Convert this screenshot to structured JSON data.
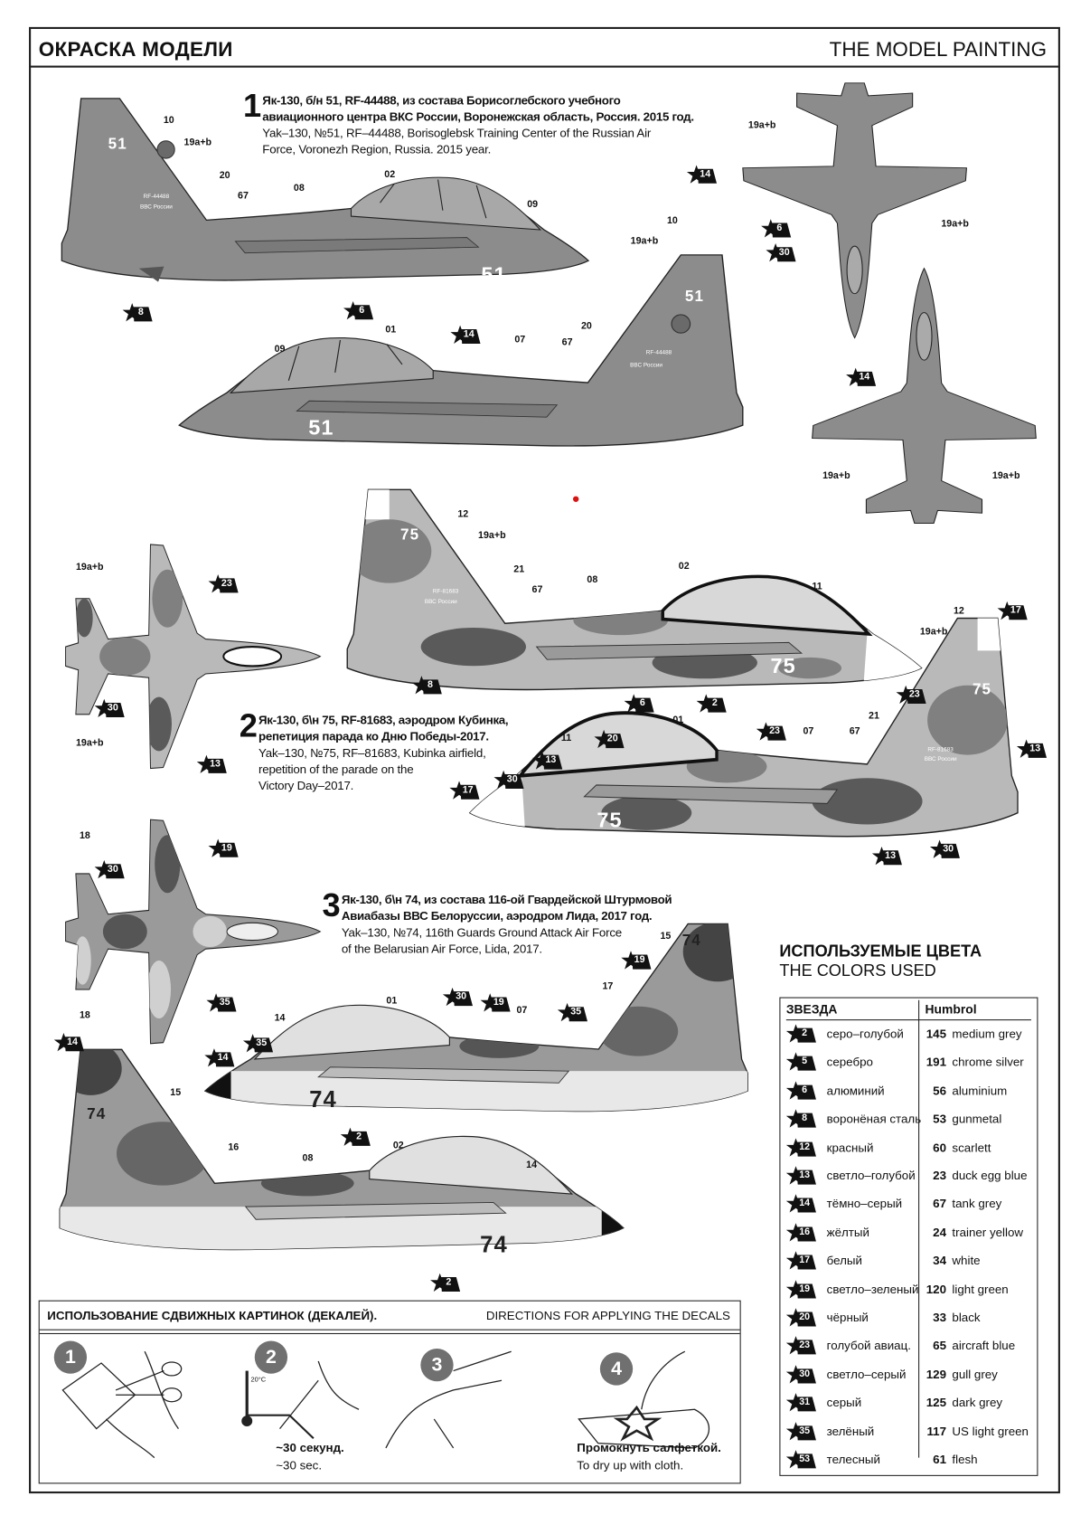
{
  "header": {
    "title_ru": "ОКРАСКА МОДЕЛИ",
    "title_en": "THE MODEL PAINTING"
  },
  "aircraft": [
    {
      "number": "1",
      "caption_ru": [
        "Як-130, б/н 51, RF-44488, из состава Борисоглебского   учебного",
        "авиационного центра ВКС России, Воронежская область, Россия. 2015 год."
      ],
      "caption_en": [
        "Yak–130, №51, RF–44488, Borisoglebsk Training Center of the Russian Air",
        "Force, Voronezh Region, Russia. 2015 year."
      ],
      "tail_number": "51",
      "registration": "RF-44488",
      "roundel_text": "ВВС России",
      "labels": [
        "10",
        "19a+b",
        "20",
        "67",
        "08",
        "02",
        "09",
        "10",
        "19a+b",
        "20",
        "67",
        "09",
        "01",
        "07",
        "19a+b",
        "19a+b",
        "19a+b",
        "19a+b"
      ],
      "stars": [
        "8",
        "6",
        "14",
        "14",
        "6",
        "30",
        "14"
      ]
    },
    {
      "number": "2",
      "caption_ru": [
        "Як-130, б\\н 75, RF-81683, аэродром Кубинка,",
        "репетиция парада ко Дню Победы-2017."
      ],
      "caption_en": [
        "Yak–130, №75, RF–81683, Kubinka airfield,",
        "repetition of the parade on the",
        "Victory Day–2017."
      ],
      "tail_number": "75",
      "registration": "RF-81683",
      "roundel_text": "ВВС России",
      "labels": [
        "12",
        "19a+b",
        "21",
        "67",
        "08",
        "02",
        "11",
        "12",
        "19a+b",
        "21",
        "67",
        "11",
        "01",
        "07",
        "19a+b",
        "19a+b"
      ],
      "stars": [
        "8",
        "6",
        "2",
        "17",
        "23",
        "23",
        "20",
        "13",
        "30",
        "17",
        "13",
        "13",
        "30",
        "23",
        "30",
        "13"
      ]
    },
    {
      "number": "3",
      "caption_ru": [
        "Як-130, б\\н 74, из состава 116-ой Гвардейской Штурмовой",
        "Авиабазы ВВС Белоруссии, аэродром Лида, 2017 год."
      ],
      "caption_en": [
        "Yak–130, №74, 116th Guards Ground Attack Air Force",
        "of the Belarusian Air Force, Lida, 2017."
      ],
      "tail_number": "74",
      "labels": [
        "18",
        "18",
        "15",
        "17",
        "14",
        "01",
        "07",
        "15",
        "16",
        "08",
        "02",
        "14"
      ],
      "stars": [
        "19",
        "30",
        "35",
        "19",
        "30",
        "19",
        "35",
        "35",
        "14",
        "2",
        "14",
        "2"
      ]
    }
  ],
  "colors": {
    "title_ru": "ИСПОЛЬЗУЕМЫЕ ЦВЕТА",
    "title_en": "THE COLORS USED",
    "col_star": "ЗВЕЗДА",
    "col_brand": "Humbrol",
    "rows": [
      {
        "star": "2",
        "ru": "серо–голубой",
        "code": "145",
        "en": "medium grey"
      },
      {
        "star": "5",
        "ru": "серебро",
        "code": "191",
        "en": "chrome silver"
      },
      {
        "star": "6",
        "ru": "алюминий",
        "code": "56",
        "en": "aluminium"
      },
      {
        "star": "8",
        "ru": "воронёная сталь",
        "code": "53",
        "en": "gunmetal"
      },
      {
        "star": "12",
        "ru": "красный",
        "code": "60",
        "en": "scarlett"
      },
      {
        "star": "13",
        "ru": "светло–голубой",
        "code": "23",
        "en": "duck egg blue"
      },
      {
        "star": "14",
        "ru": "тёмно–серый",
        "code": "67",
        "en": "tank grey"
      },
      {
        "star": "16",
        "ru": "жёлтый",
        "code": "24",
        "en": "trainer yellow"
      },
      {
        "star": "17",
        "ru": "белый",
        "code": "34",
        "en": "white"
      },
      {
        "star": "19",
        "ru": "светло–зеленый",
        "code": "120",
        "en": "light green"
      },
      {
        "star": "20",
        "ru": "чёрный",
        "code": "33",
        "en": "black"
      },
      {
        "star": "23",
        "ru": "голубой авиац.",
        "code": "65",
        "en": "aircraft blue"
      },
      {
        "star": "30",
        "ru": "светло–серый",
        "code": "129",
        "en": "gull grey"
      },
      {
        "star": "31",
        "ru": "серый",
        "code": "125",
        "en": "dark grey"
      },
      {
        "star": "35",
        "ru": "зелёный",
        "code": "117",
        "en": "US light green"
      },
      {
        "star": "53",
        "ru": "телесный",
        "code": "61",
        "en": "flesh"
      }
    ]
  },
  "decals": {
    "title_ru": "ИСПОЛЬЗОВАНИЕ СДВИЖНЫХ КАРТИНОК (ДЕКАЛЕЙ).",
    "title_en": "DIRECTIONS  FOR APPLYING THE DECALS",
    "steps": [
      {
        "n": "1"
      },
      {
        "n": "2",
        "thermo": "20°C",
        "ru": "~30 секунд.",
        "en": "~30 sec."
      },
      {
        "n": "3"
      },
      {
        "n": "4",
        "ru": "Промокнуть салфеткой.",
        "en": "To dry up with cloth."
      }
    ]
  },
  "palette": {
    "grey": "#8c8c8c",
    "camo_light": "#b9b9b9",
    "camo_mid": "#808080",
    "camo_dark": "#5a5a5a",
    "belly": "#e8e8e8",
    "accent_dot": "#e01010"
  }
}
